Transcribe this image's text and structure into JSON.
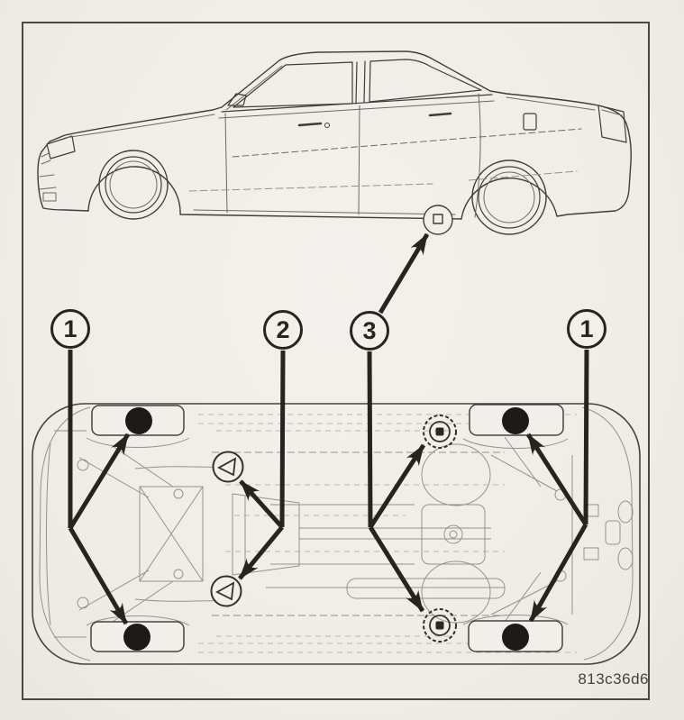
{
  "figure": {
    "type": "vehicle-underbody-lift-point-diagram",
    "code_label": "813c36d6",
    "callouts": [
      {
        "label": "1"
      },
      {
        "label": "2"
      },
      {
        "label": "3"
      },
      {
        "label": "1"
      }
    ]
  },
  "icons": {
    "callout_marker": "numbered-circle",
    "lift_pad_marker": "filled-black-dot",
    "frame_contact_marker": "triangle-in-circle",
    "jack_target_marker": "concentric-circle-target",
    "sill_jack_marker": "circle-with-notch"
  },
  "colors": {
    "paper": "#f1efe9",
    "ink": "#3f3d38",
    "ink_strong": "#26241f",
    "ink_light": "#94928b",
    "frame_border": "#4a4742"
  }
}
